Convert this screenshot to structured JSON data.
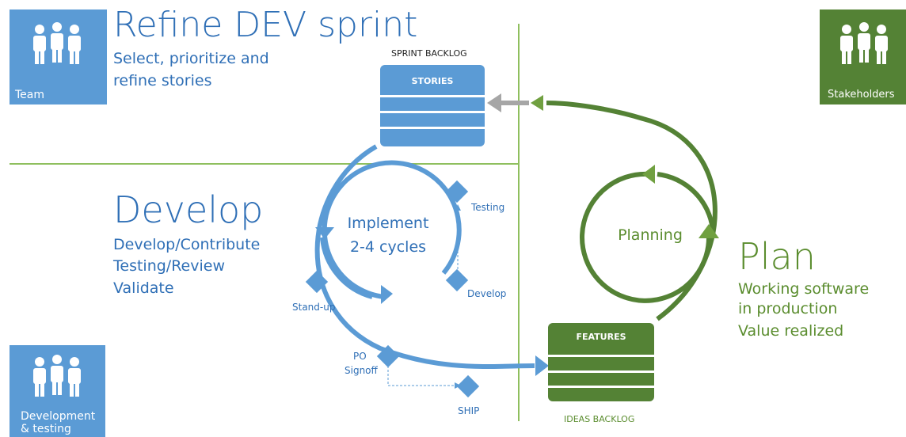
{
  "colors": {
    "blue": "#5b9bd5",
    "blue_dark": "#2f6fb6",
    "green": "#548235",
    "green_text": "#5b8d2f",
    "gray_arrow": "#a6a6a6"
  },
  "tiles": {
    "team": {
      "label": "Team",
      "icon": "people-icon"
    },
    "stakeholders": {
      "label": "Stakeholders",
      "icon": "people-icon"
    },
    "dev_testing": {
      "label_line1": "Development",
      "label_line2": "& testing",
      "icon": "people-icon"
    }
  },
  "sections": {
    "refine": {
      "title": "Refine DEV sprint",
      "line1": "Select, prioritize and",
      "line2": "refine stories"
    },
    "develop": {
      "title": "Develop",
      "line1": "Develop/Contribute",
      "line2": "Testing/Review",
      "line3": "Validate"
    },
    "plan": {
      "title": "Plan",
      "line1": "Working software",
      "line2": "in production",
      "line3": "Value realized"
    }
  },
  "sprint_backlog": {
    "title": "SPRINT BACKLOG",
    "header": "STORIES"
  },
  "ideas_backlog": {
    "title": "IDEAS BACKLOG",
    "header": "FEATURES"
  },
  "cycle": {
    "implement_line1": "Implement",
    "implement_line2": "2-4 cycles",
    "planning": "Planning"
  },
  "steps": {
    "testing": "Testing",
    "develop": "Develop",
    "standup": "Stand-up",
    "po_line1": "PO",
    "po_line2": "Signoff",
    "ship": "SHIP"
  }
}
